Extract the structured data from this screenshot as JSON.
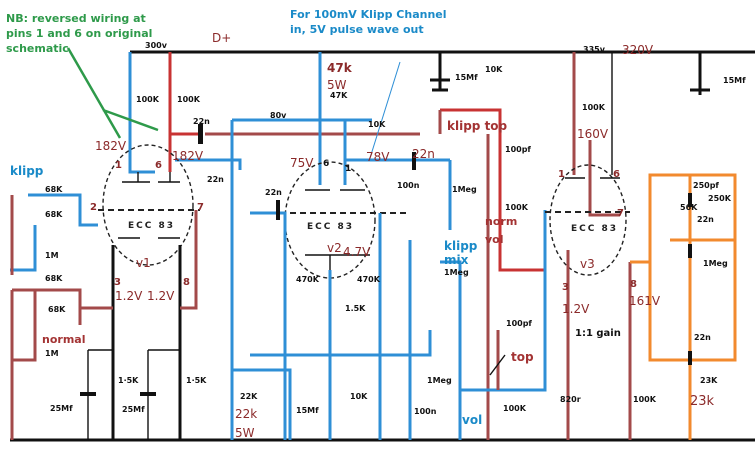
{
  "title": "Klipp channel modification schematic (ECC83 preamp)",
  "notes": {
    "nb_note_line1": "NB: reversed wiring at",
    "nb_note_line2": "pins 1 and 6 on original",
    "nb_note_line3": "schematic",
    "klipp_note_line1": "For 100mV Klipp Channel",
    "klipp_note_line2": "in, 5V pulse wave out",
    "gain_note": "1:1 gain"
  },
  "supply": {
    "rail1_label": "300v",
    "rail_name": "D+",
    "rail2_label": "335v",
    "rail2_measured": "320V"
  },
  "tubes": [
    {
      "name": "v1",
      "type": "ECC 83",
      "pins": [
        "1",
        "6",
        "2",
        "7",
        "3",
        "8"
      ],
      "voltages": {
        "plate1": "182V",
        "plate6": "182V",
        "cath3": "1.2V",
        "cath8": "1.2V"
      }
    },
    {
      "name": "v2",
      "type": "ECC 83",
      "pins": [
        "6",
        "1"
      ],
      "voltages": {
        "plate6": "75V",
        "plate1": "78V",
        "cathode": "4.7V"
      }
    },
    {
      "name": "v3",
      "type": "ECC 83",
      "pins": [
        "1",
        "6",
        "7",
        "3",
        "8"
      ],
      "voltages": {
        "plate": "160V",
        "cath3": "1.2V",
        "cath8": "161V"
      }
    }
  ],
  "inputs": {
    "klipp_label": "klipp",
    "normal_label": "normal"
  },
  "components": {
    "r_100k_a": "100K",
    "r_100k_b": "100K",
    "c_22n_v1": "22n",
    "c_22n_v1b": "22n",
    "r_68k_1": "68K",
    "r_68k_2": "68K",
    "r_1m_1": "1M",
    "r_68k_3": "68K",
    "r_68k_4": "68K",
    "r_1m_2": "1M",
    "c_25mf_1": "25Mf",
    "r_1_5k_1": "1·5K",
    "c_25mf_2": "25Mf",
    "r_1_5k_2": "1·5K",
    "r_47k": "47K",
    "r_47k_mod": "47k",
    "r_47k_mod_watt": "5W",
    "v_80": "80v",
    "c_22n_v2in": "22n",
    "r_10k_v2": "10K",
    "c_22n_v2out": "22n",
    "c_100n_a": "100n",
    "r_470k_1": "470K",
    "r_470k_2": "470K",
    "r_1_5k_v2": "1.5K",
    "r_22k": "22K",
    "r_22k_mod": "22k",
    "r_22k_watt": "5W",
    "c_15mf_a": "15Mf",
    "r_10k_b": "10K",
    "c_100n_b": "100n",
    "r_1meg_vol": "1Meg",
    "c_15mf_top": "15Mf",
    "r_10k_top": "10K",
    "c_100pf_a": "100pf",
    "r_1meg_norm": "1Meg",
    "r_100k_norm": "100K",
    "r_1meg_mix": "1Meg",
    "c_100pf_b": "100pf",
    "r_100k_top": "100K",
    "r_100k_v3": "100K",
    "c_15mf_right": "15Mf",
    "r_820": "820r",
    "r_100k_v3b": "100K",
    "c_250pf": "250pf",
    "r_56k": "56K",
    "r_250k": "250K",
    "c_22n_tone": "22n",
    "r_1meg_tone": "1Meg",
    "c_22n_tone2": "22n",
    "r_23k": "23K",
    "r_23k_mod": "23k"
  },
  "controls": {
    "klipp_top": "klipp top",
    "norm": "norm",
    "vol_norm": "vol",
    "klipp_mix_1": "klipp",
    "klipp_mix_2": "mix",
    "top": "top",
    "vol_klipp": "vol"
  },
  "colors": {
    "klipp_wire": "#2f8fd6",
    "normal_wire": "#a34a4a",
    "highlight_wire": "#c83333",
    "tone_wire": "#f28a2e",
    "note": "#2e9a4a"
  }
}
